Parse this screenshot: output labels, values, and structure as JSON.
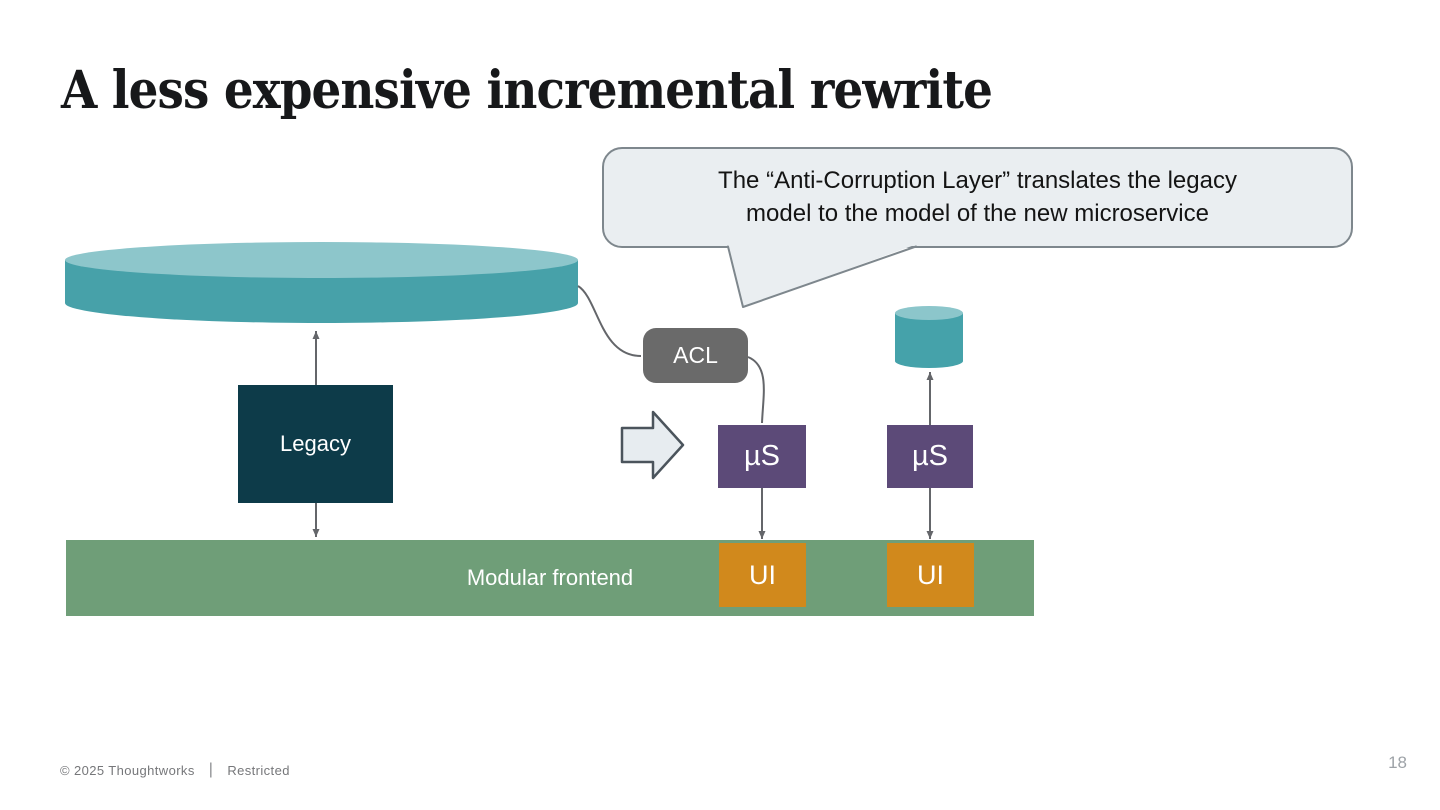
{
  "slide": {
    "title": "A less expensive incremental rewrite",
    "page_number": "18"
  },
  "callout": {
    "line1": "The “Anti-Corruption Layer” translates the legacy",
    "line2": "model to the model of the new microservice"
  },
  "diagram": {
    "legacy_label": "Legacy",
    "acl_label": "ACL",
    "microservice1_label": "µS",
    "microservice2_label": "µS",
    "ui1_label": "UI",
    "ui2_label": "UI",
    "frontend_label": "Modular frontend",
    "icons": {
      "legacy_database": "database-cylinder-icon",
      "microservice_database": "database-cylinder-icon",
      "transform_arrow": "block-arrow-right-icon"
    }
  },
  "footer": {
    "copyright": "© 2025 Thoughtworks",
    "separator": "|",
    "classification": "Restricted"
  },
  "colors": {
    "teal_body": "#47a1a9",
    "teal_top": "#8dc6cb",
    "legacy_dark_teal": "#0d3b49",
    "acl_gray": "#6a6a6a",
    "microservice_purple": "#5c4a78",
    "ui_orange": "#d1891c",
    "frontend_green": "#6f9e78",
    "connector_gray": "#64666a",
    "callout_fill": "#eaeef1",
    "callout_border": "#7e878d",
    "block_arrow_fill": "#e7ecf0",
    "block_arrow_border": "#4b545c"
  }
}
